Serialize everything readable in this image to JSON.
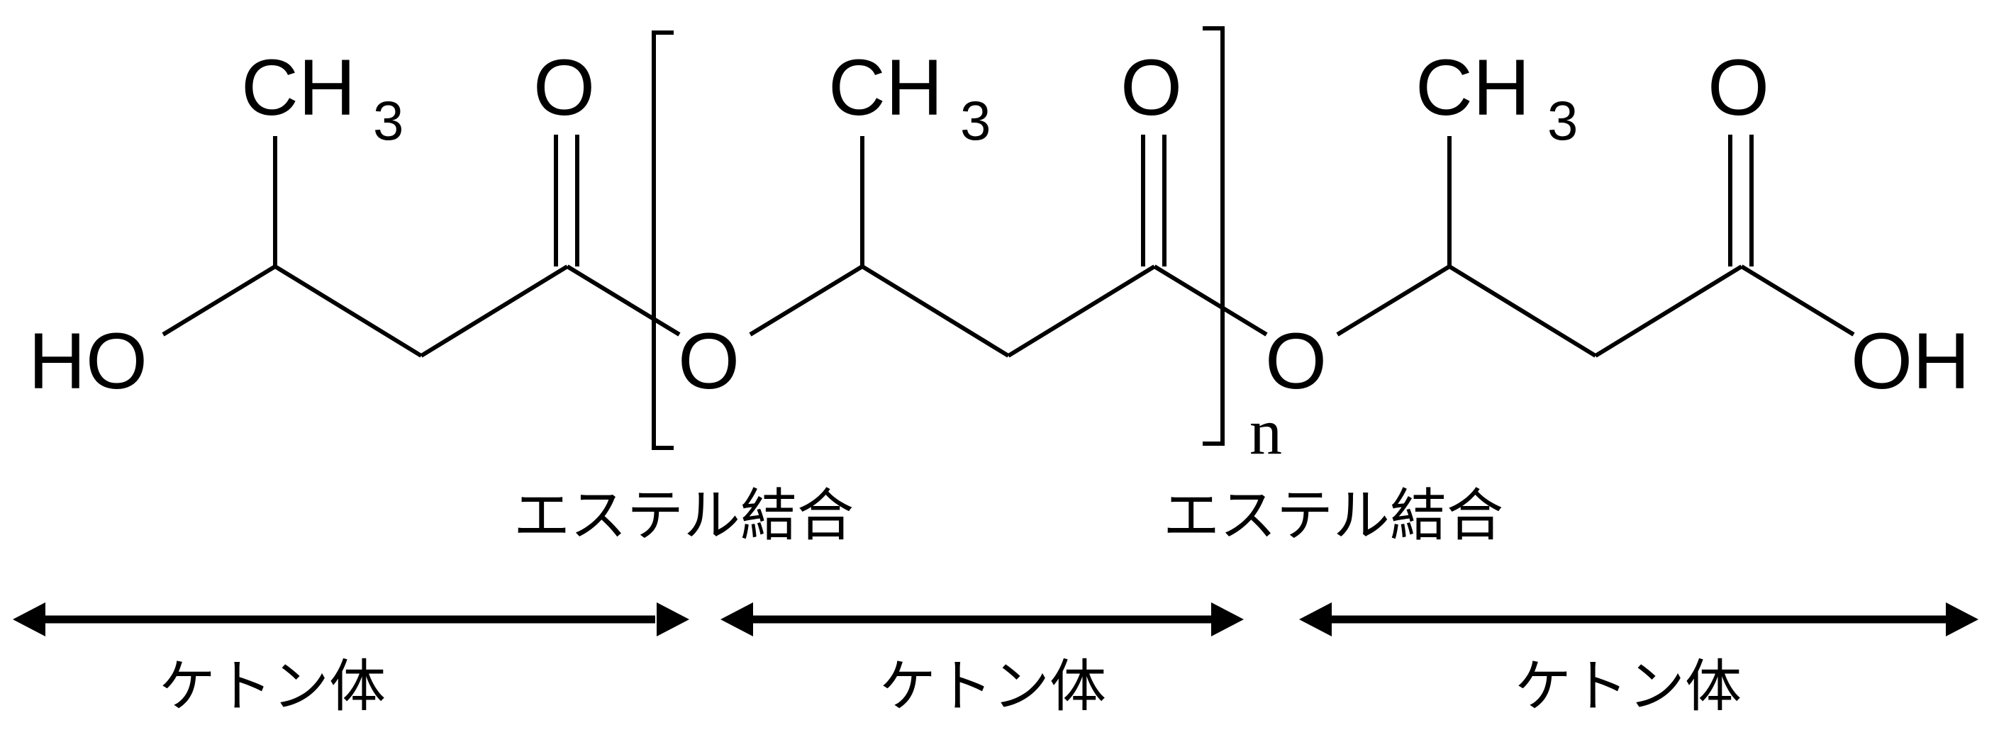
{
  "atoms": {
    "ho": "HO",
    "oh": "OH",
    "ester_o": "O",
    "carbonyl_o": "O",
    "methyl_c": "CH",
    "methyl_sub": "3"
  },
  "repeat_count": "n",
  "ester_bond_labels": [
    "エステル結合",
    "エステル結合"
  ],
  "unit_labels": [
    "ケトン体",
    "ケトン体",
    "ケトン体"
  ],
  "colors": {
    "ink": "#000000",
    "background": "#ffffff"
  }
}
